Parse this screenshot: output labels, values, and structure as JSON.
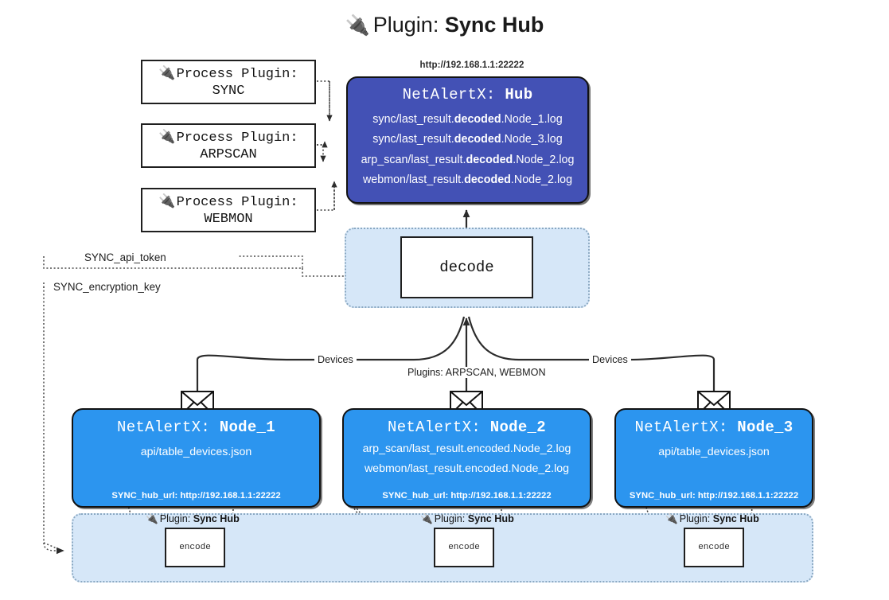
{
  "title": {
    "icon": "plug-icon",
    "prefix": "Plugin:",
    "name": "Sync Hub"
  },
  "process_plugins": [
    {
      "icon": "plug-icon",
      "line1": "Process Plugin:",
      "line2": "SYNC"
    },
    {
      "icon": "plug-icon",
      "line1": "Process Plugin:",
      "line2": "ARPSCAN"
    },
    {
      "icon": "plug-icon",
      "line1": "Process Plugin:",
      "line2": "WEBMON"
    }
  ],
  "hub": {
    "url": "http://192.168.1.1:22222",
    "header_prefix": "NetAlertX:",
    "header_name": "Hub",
    "logs": [
      {
        "pre": "sync/last_result.",
        "mid": "decoded",
        "post": ".Node_1.log"
      },
      {
        "pre": "sync/last_result.",
        "mid": "decoded",
        "post": ".Node_3.log"
      },
      {
        "pre": "arp_scan/last_result.",
        "mid": "decoded",
        "post": ".Node_2.log"
      },
      {
        "pre": "webmon/last_result.",
        "mid": "decoded",
        "post": ".Node_2.log"
      }
    ]
  },
  "decode": {
    "label": "decode"
  },
  "keys": {
    "api_token": "SYNC_api_token",
    "encryption_key": "SYNC_encryption_key"
  },
  "edge_labels": {
    "devices_left": "Devices",
    "devices_right": "Devices",
    "plugins_center": "Plugins: ARPSCAN, WEBMON"
  },
  "nodes": [
    {
      "header_prefix": "NetAlertX:",
      "header_name": "Node_1",
      "files": [
        "api/table_devices.json"
      ],
      "hub_url_label": "SYNC_hub_url: http://192.168.1.1:22222",
      "envelope_icon": "envelope-icon"
    },
    {
      "header_prefix": "NetAlertX:",
      "header_name": "Node_2",
      "files": [
        "arp_scan/last_result.encoded.Node_2.log",
        "webmon/last_result.encoded.Node_2.log"
      ],
      "hub_url_label": "SYNC_hub_url: http://192.168.1.1:22222",
      "envelope_icon": "envelope-icon"
    },
    {
      "header_prefix": "NetAlertX:",
      "header_name": "Node_3",
      "files": [
        "api/table_devices.json"
      ],
      "hub_url_label": "SYNC_hub_url: http://192.168.1.1:22222",
      "envelope_icon": "envelope-icon"
    }
  ],
  "encoders": [
    {
      "icon": "plug-icon",
      "label_prefix": "Plugin:",
      "label_name": "Sync Hub",
      "box_label": "encode"
    },
    {
      "icon": "plug-icon",
      "label_prefix": "Plugin:",
      "label_name": "Sync Hub",
      "box_label": "encode"
    },
    {
      "icon": "plug-icon",
      "label_prefix": "Plugin:",
      "label_name": "Sync Hub",
      "box_label": "encode"
    }
  ],
  "colors": {
    "hub_fill": "#4351b5",
    "node_fill": "#2c95ef",
    "band_fill": "#d6e7f8",
    "band_border": "#8aa8c2",
    "stroke": "#121212",
    "background": "#ffffff"
  }
}
